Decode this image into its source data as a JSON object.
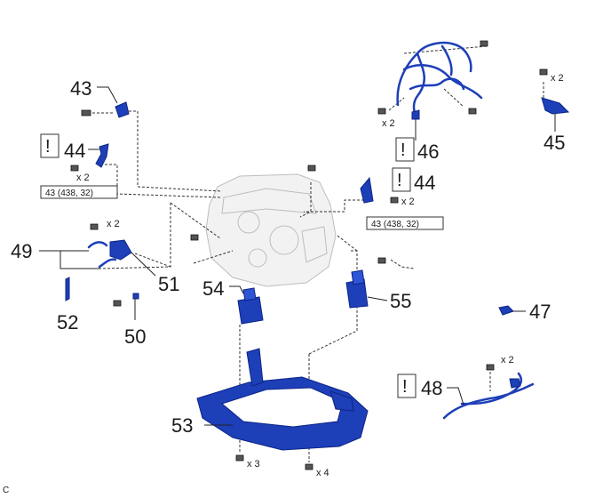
{
  "callouts": {
    "n43": "43",
    "n44a": "44",
    "n44b": "44",
    "n45": "45",
    "n46": "46",
    "n47": "47",
    "n48": "48",
    "n49": "49",
    "n50": "50",
    "n51": "51",
    "n52": "52",
    "n53": "53",
    "n54": "54",
    "n55": "55"
  },
  "qty": {
    "q44a": "x 2",
    "q44b": "x 2",
    "q45": "x 2",
    "q46": "x 2",
    "q48": "x 2",
    "q49": "x 2",
    "q53a": "x 3",
    "q53b": "x 4"
  },
  "torque": {
    "left": "43 (438, 32)",
    "right": "43 (438, 32)"
  },
  "notice": "!",
  "figure_code": "C"
}
